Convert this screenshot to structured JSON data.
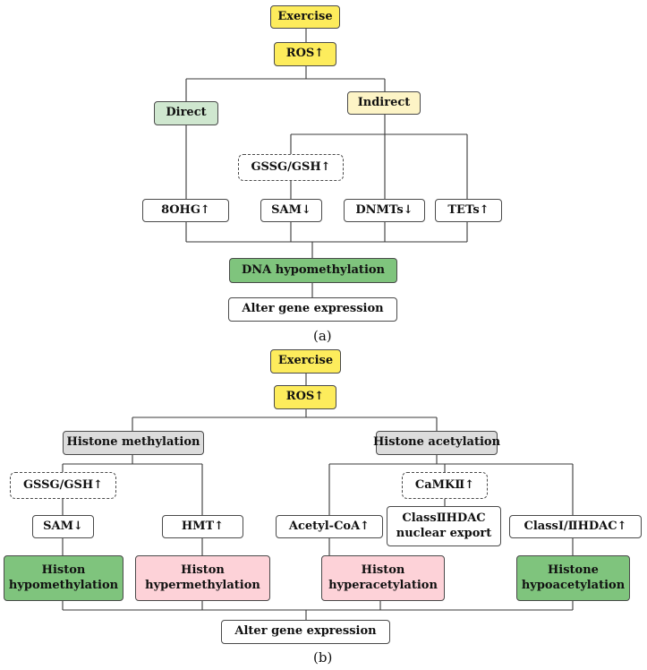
{
  "panel_a": {
    "caption": "(a)",
    "exercise": "Exercise",
    "ros": "ROS↑",
    "direct": "Direct",
    "indirect": "Indirect",
    "gssg": "GSSG/GSH↑",
    "ohg": "8OHG↑",
    "sam": "SAM↓",
    "dnmts": "DNMTs↓",
    "tets": "TETs↑",
    "dna_hypo": "DNA hypomethylation",
    "alter": "Alter gene expression"
  },
  "panel_b": {
    "caption": "(b)",
    "exercise": "Exercise",
    "ros": "ROS↑",
    "histone_methylation": "Histone methylation",
    "histone_acetylation": "Histone acetylation",
    "gssg": "GSSG/GSH↑",
    "camk": "CaMKⅡ↑",
    "sam": "SAM↓",
    "hmt": "HMT↑",
    "acetyl_coa": "Acetyl-CoA↑",
    "class2_line1": "ClassⅡHDAC",
    "class2_line2": "nuclear export",
    "class12": "ClassⅠ/ⅡHDAC↑",
    "hypometh_line1": "Histon",
    "hypometh_line2": "hypomethylation",
    "hypermeth_line1": "Histon",
    "hypermeth_line2": "hypermethylation",
    "hyperacet_line1": "Histon",
    "hyperacet_line2": "hyperacetylation",
    "hypoacet_line1": "Histone",
    "hypoacet_line2": "hypoacetylation",
    "alter": "Alter gene expression"
  },
  "colors": {
    "exercise": "#fdec5c",
    "direct": "#cfe7cf",
    "indirect": "#fdf4c6",
    "hypomethylation": "#7fc47d",
    "hypermethylation": "#fdd2d8",
    "histone_header": "#dcdcdc"
  }
}
